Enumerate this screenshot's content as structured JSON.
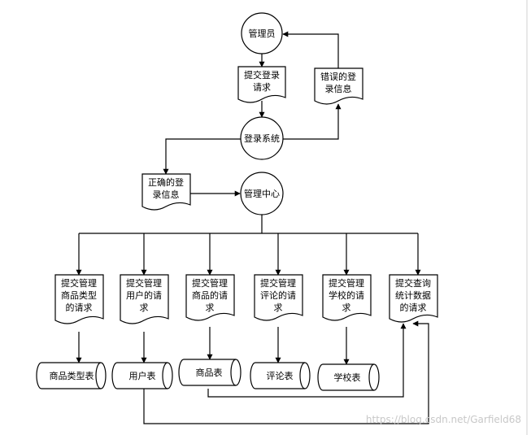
{
  "nodes": {
    "admin": "管理员",
    "submit_login": [
      "提交登录",
      "请求"
    ],
    "wrong_login": [
      "错误的登",
      "录信息"
    ],
    "login_system": "登录系统",
    "right_login": [
      "正确的登",
      "录信息"
    ],
    "admin_center": "管理中心",
    "req_category": [
      "提交管理",
      "商品类型",
      "的请求"
    ],
    "req_user": [
      "提交管理",
      "用户的请",
      "求"
    ],
    "req_goods": [
      "提交管理",
      "商品的请",
      "求"
    ],
    "req_comment": [
      "提交管理",
      "评论的请",
      "求"
    ],
    "req_school": [
      "提交管理",
      "学校的请",
      "求"
    ],
    "req_stats": [
      "提交查询",
      "统计数据",
      "的请求"
    ],
    "tbl_category": "商品类型表",
    "tbl_user": "用户表",
    "tbl_goods": "商品表",
    "tbl_comment": "评论表",
    "tbl_school": "学校表"
  },
  "watermark": "https://blog.csdn.net/Garfield68"
}
